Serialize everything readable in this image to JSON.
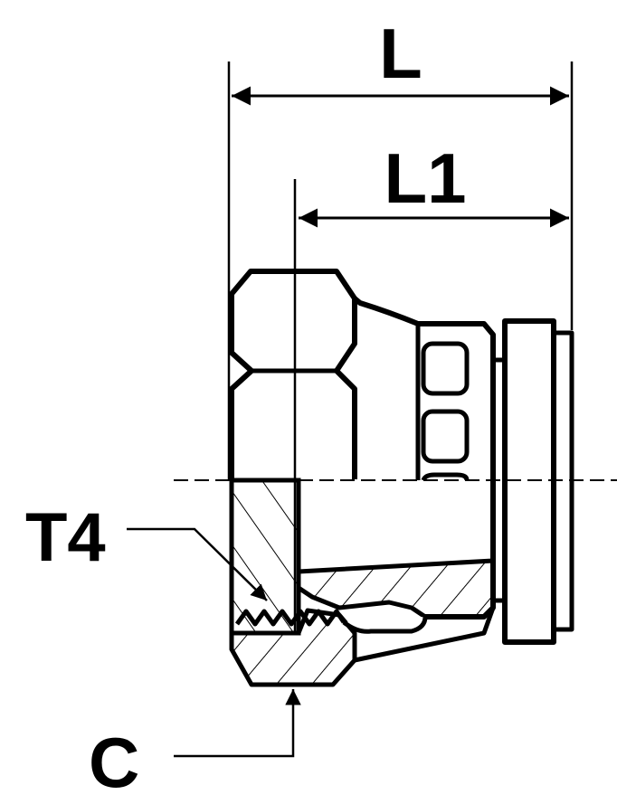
{
  "labels": {
    "overall_length": "L",
    "partial_length": "L1",
    "thread": "T4",
    "dimension_c": "C"
  },
  "colors": {
    "ink": "#000000",
    "paper": "#ffffff"
  }
}
